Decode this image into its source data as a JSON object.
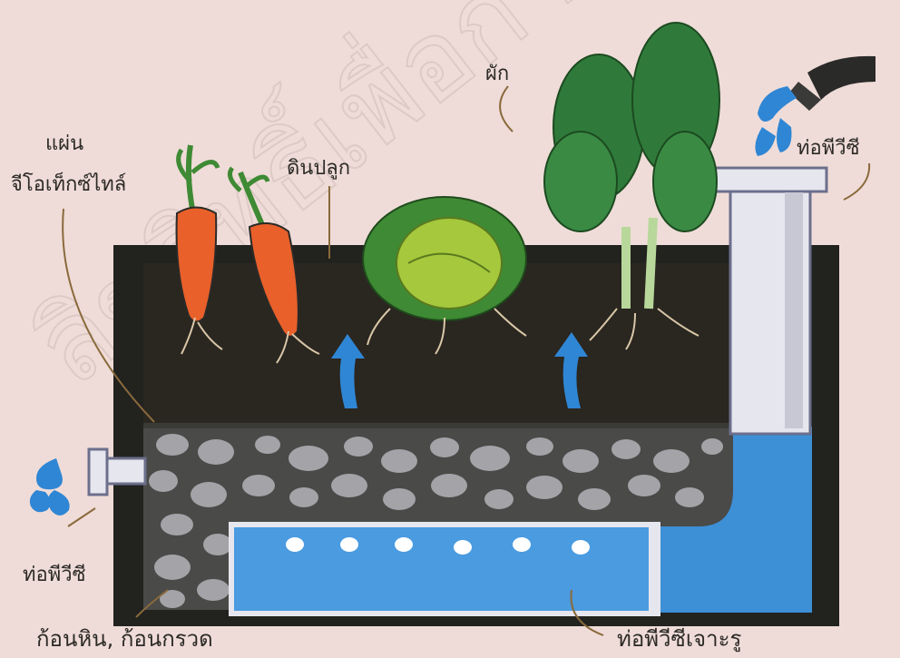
{
  "labels": {
    "geotextile_line1": "แผ่น",
    "geotextile_line2": "จีโอเท็กซ์ไทล์",
    "soil": "ดินปลูก",
    "vegetable": "ผัก",
    "pvc_top": "ท่อพีวีซี",
    "pvc_drain": "ท่อพีวีซี",
    "stones": "ก้อนหิน, ก้อนกรวด",
    "perforated_pvc": "ท่อพีวีซีเจาะรู"
  },
  "watermark": "ลิขสิทธิ์เพื่อการ",
  "colors": {
    "background": "#efdcd8",
    "soil": "#2a2620",
    "box": "#22221f",
    "gravel_bg": "#4a4a48",
    "stone": "#a3a3a8",
    "water": "#3d8fd6",
    "water_light": "#5aa8e4",
    "pipe": "#e6e6ee",
    "carrot": "#e9602a",
    "cabbage": "#9cc23a",
    "leaf": "#2f7a3a",
    "arrow": "#2f86d4",
    "pointer": "#8a6a3c"
  },
  "icons": [
    "up-arrow-icon",
    "water-drop-icon",
    "hose-icon"
  ]
}
